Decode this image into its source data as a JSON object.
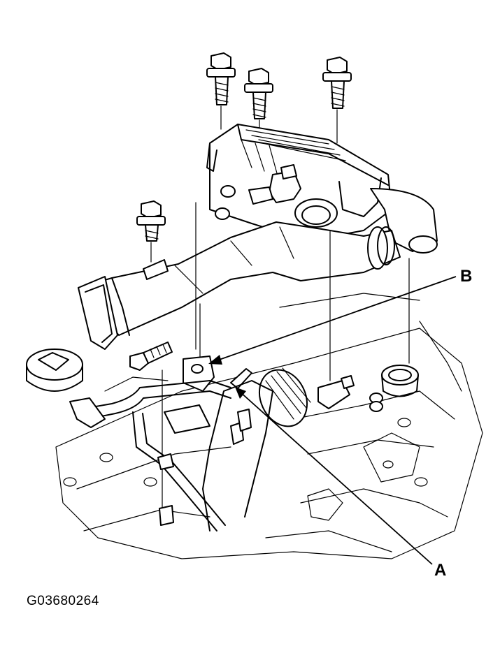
{
  "diagram": {
    "callouts": {
      "a": "A",
      "b": "B"
    },
    "figure_code": "G03680264"
  }
}
